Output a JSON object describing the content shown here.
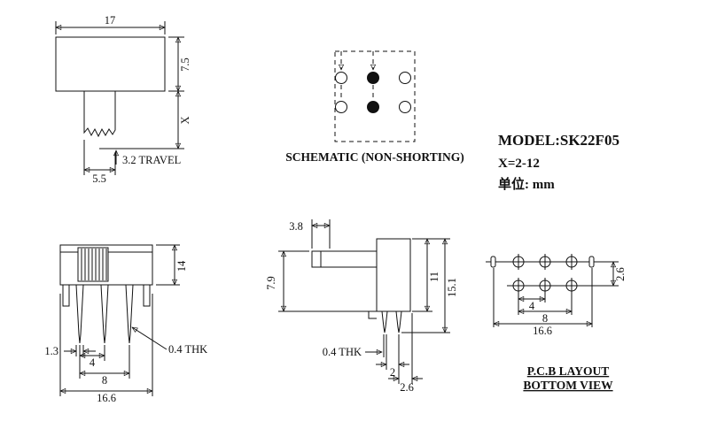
{
  "colors": {
    "ink": "#111111",
    "background": "#ffffff"
  },
  "title_block": {
    "model": "MODEL:SK22F05",
    "x_range": "X=2-12",
    "unit": "单位: mm"
  },
  "schematic": {
    "caption": "SCHEMATIC (NON-SHORTING)"
  },
  "front_view": {
    "width": "17",
    "height": "7.5",
    "stem_length": "X",
    "travel": "3.2 TRAVEL",
    "stem_width": "5.5"
  },
  "pin_view": {
    "body_height": "14",
    "pin_width": "1.3",
    "pin_pitch": "4",
    "pin_span": "8",
    "overall_width": "16.6",
    "thickness": "0.4 THK"
  },
  "side_view": {
    "stem_width": "3.8",
    "stem_height": "7.9",
    "body_height": "11",
    "overall_height": "15.1",
    "thickness": "0.4 THK",
    "pin_gap": "2",
    "pin_offset": "2.6"
  },
  "pcb_layout": {
    "hole_pitch": "4",
    "hole_span": "8",
    "overall_width": "16.6",
    "row_pitch": "2.6",
    "caption_line1": "P.C.B LAYOUT",
    "caption_line2": "BOTTOM VIEW"
  }
}
